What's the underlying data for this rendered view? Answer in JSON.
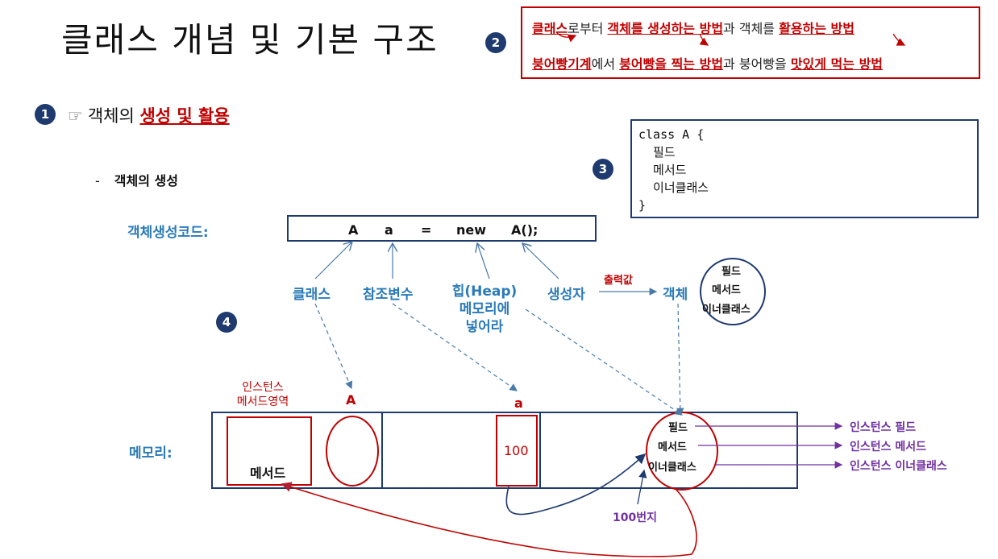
{
  "title": "클래스 개념 및 기본 구조",
  "badges": [
    "1",
    "2",
    "3",
    "4"
  ],
  "summary": {
    "line1": {
      "a": "클래스",
      "b": "로부터 ",
      "c": "객체를 생성하는 방법",
      "d": "과 객체를 ",
      "e": "활용하는 방법"
    },
    "line2": {
      "a": "붕어빵기계",
      "b": "에서 ",
      "c": "붕어빵을 찍는 방법",
      "d": "과 붕어빵을 ",
      "e": "맛있게 먹는 방법"
    }
  },
  "section1": {
    "icon": "☞",
    "prefix": "객체의 ",
    "highlight": "생성 및 활용"
  },
  "subsection": {
    "bullet": "-",
    "text": "객체의 생성"
  },
  "class_code": [
    "class A {",
    "  필드",
    "  메서드",
    "  이너클래스",
    "}"
  ],
  "creation": {
    "label": "객체생성코드:",
    "tokens": [
      "A",
      "a",
      "=",
      "new",
      "A();"
    ],
    "labels": {
      "class": "클래스",
      "refvar": "참조변수",
      "heap": [
        "힙(Heap)",
        "메모리에",
        "넣어라"
      ],
      "ctor": "생성자",
      "output": "출력값",
      "object": "객체"
    },
    "object_members": [
      "필드",
      "메서드",
      "이너클래스"
    ]
  },
  "memory": {
    "label": "메모리:",
    "method_area_label": [
      "인스턴스",
      "메서드영역"
    ],
    "class_name": "A",
    "method_text": "메서드",
    "var_name": "a",
    "var_value": "100",
    "heap_members": [
      "필드",
      "메서드",
      "이너클래스"
    ],
    "address": "100번지",
    "instance_labels": [
      "인스턴스 필드",
      "인스턴스 메서드",
      "인스턴스 이너클래스"
    ]
  },
  "colors": {
    "navy": "#1f3a6e",
    "red": "#c00000",
    "blue": "#2a7ab8",
    "purple": "#7030a0"
  }
}
